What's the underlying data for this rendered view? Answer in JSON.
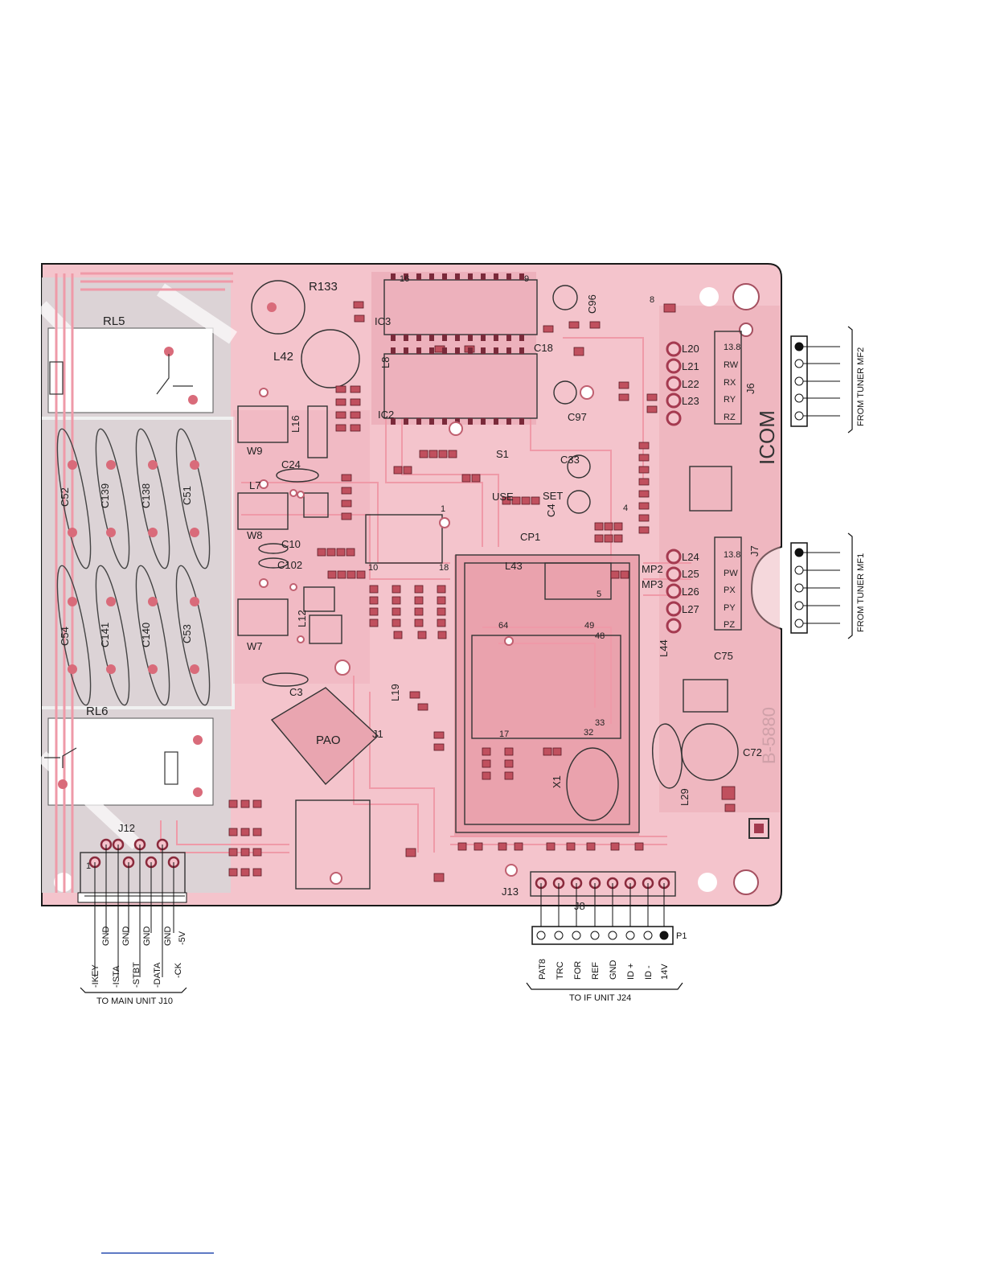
{
  "board": {
    "silkscreen_brand": "ICOM",
    "silkscreen_code": "B-5880",
    "colors": {
      "board": "#f4c4cc",
      "copper": "#e38a98",
      "silk": "#2a2a2a",
      "outline": "#1a1a1a"
    }
  },
  "components": {
    "relays": [
      "RL5",
      "RL6"
    ],
    "capacitors_large": [
      "C52",
      "C139",
      "C138",
      "C51",
      "C54",
      "C141",
      "C140",
      "C53"
    ],
    "inductors": [
      "L42",
      "L16",
      "L7",
      "L12",
      "L8",
      "L19",
      "L43",
      "L44",
      "L29",
      "L20",
      "L21",
      "L22",
      "L23",
      "L24",
      "L25",
      "L26",
      "L27"
    ],
    "trimmers_wires": [
      "W9",
      "W8",
      "W7"
    ],
    "capacitors": [
      "C24",
      "C10",
      "C102",
      "C3",
      "C96",
      "C18",
      "C97",
      "C33",
      "C4",
      "C75",
      "C72"
    ],
    "ics": [
      "IC3",
      "IC2"
    ],
    "misc": [
      "R133",
      "PAO",
      "J1",
      "S1",
      "USE",
      "SET",
      "CP1",
      "MP2",
      "MP3",
      "X1",
      "J12",
      "J13",
      "J8"
    ],
    "pin_numbers": [
      "16",
      "9",
      "8",
      "1",
      "10",
      "18",
      "64",
      "49",
      "48",
      "33",
      "32",
      "17",
      "4",
      "5"
    ]
  },
  "connectors": {
    "j6": {
      "name": "J6",
      "pins": [
        "13.8",
        "RW",
        "RX",
        "RY",
        "RZ"
      ],
      "caption": "FROM TUNER MF2"
    },
    "j7": {
      "name": "J7",
      "pins": [
        "13.8",
        "PW",
        "PX",
        "PY",
        "PZ"
      ],
      "caption": "FROM TUNER MF1"
    },
    "j12": {
      "name": "J12",
      "pins": [
        "-IKEY",
        "GND",
        "-ISTA",
        "GND",
        "-STBT",
        "GND",
        "-DATA",
        "GND",
        "-CK",
        "-5V"
      ],
      "caption": "TO MAIN UNIT J10",
      "first_pin": "1"
    },
    "p1": {
      "name": "P1",
      "pins": [
        "PAT8",
        "TRC",
        "FOR",
        "REF",
        "GND",
        "ID +",
        "ID -",
        "14V"
      ],
      "caption": "TO IF UNIT J24"
    }
  }
}
